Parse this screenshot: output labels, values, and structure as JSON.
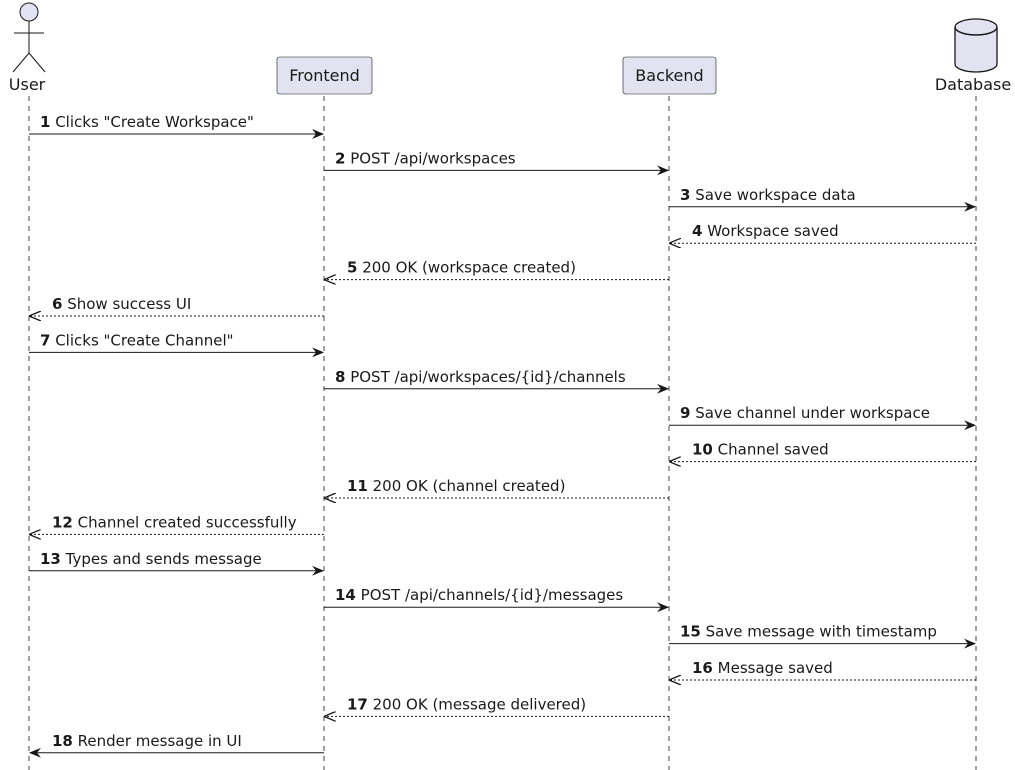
{
  "participants": [
    {
      "id": "user",
      "name": "User",
      "kind": "actor"
    },
    {
      "id": "frontend",
      "name": "Frontend",
      "kind": "box"
    },
    {
      "id": "backend",
      "name": "Backend",
      "kind": "box"
    },
    {
      "id": "database",
      "name": "Database",
      "kind": "database"
    }
  ],
  "messages": [
    {
      "num": "1",
      "text": "Clicks \"Create Workspace\"",
      "from": "user",
      "to": "frontend",
      "style": "solid"
    },
    {
      "num": "2",
      "text": "POST /api/workspaces",
      "from": "frontend",
      "to": "backend",
      "style": "solid"
    },
    {
      "num": "3",
      "text": "Save workspace data",
      "from": "backend",
      "to": "database",
      "style": "solid"
    },
    {
      "num": "4",
      "text": "Workspace saved",
      "from": "database",
      "to": "backend",
      "style": "dashed"
    },
    {
      "num": "5",
      "text": "200 OK (workspace created)",
      "from": "backend",
      "to": "frontend",
      "style": "dashed"
    },
    {
      "num": "6",
      "text": "Show success UI",
      "from": "frontend",
      "to": "user",
      "style": "dashed"
    },
    {
      "num": "7",
      "text": "Clicks \"Create Channel\"",
      "from": "user",
      "to": "frontend",
      "style": "solid"
    },
    {
      "num": "8",
      "text": "POST /api/workspaces/{id}/channels",
      "from": "frontend",
      "to": "backend",
      "style": "solid"
    },
    {
      "num": "9",
      "text": "Save channel under workspace",
      "from": "backend",
      "to": "database",
      "style": "solid"
    },
    {
      "num": "10",
      "text": "Channel saved",
      "from": "database",
      "to": "backend",
      "style": "dashed"
    },
    {
      "num": "11",
      "text": "200 OK (channel created)",
      "from": "backend",
      "to": "frontend",
      "style": "dashed"
    },
    {
      "num": "12",
      "text": "Channel created successfully",
      "from": "frontend",
      "to": "user",
      "style": "dashed"
    },
    {
      "num": "13",
      "text": "Types and sends message",
      "from": "user",
      "to": "frontend",
      "style": "solid"
    },
    {
      "num": "14",
      "text": "POST /api/channels/{id}/messages",
      "from": "frontend",
      "to": "backend",
      "style": "solid"
    },
    {
      "num": "15",
      "text": "Save message with timestamp",
      "from": "backend",
      "to": "database",
      "style": "solid"
    },
    {
      "num": "16",
      "text": "Message saved",
      "from": "database",
      "to": "backend",
      "style": "dashed"
    },
    {
      "num": "17",
      "text": "200 OK (message delivered)",
      "from": "backend",
      "to": "frontend",
      "style": "dashed"
    },
    {
      "num": "18",
      "text": "Render message in UI",
      "from": "frontend",
      "to": "user",
      "style": "solid"
    }
  ],
  "colors": {
    "participant_fill": "#e2e2f0",
    "participant_stroke": "#181818",
    "line": "#181818",
    "lifeline": "#181818"
  }
}
